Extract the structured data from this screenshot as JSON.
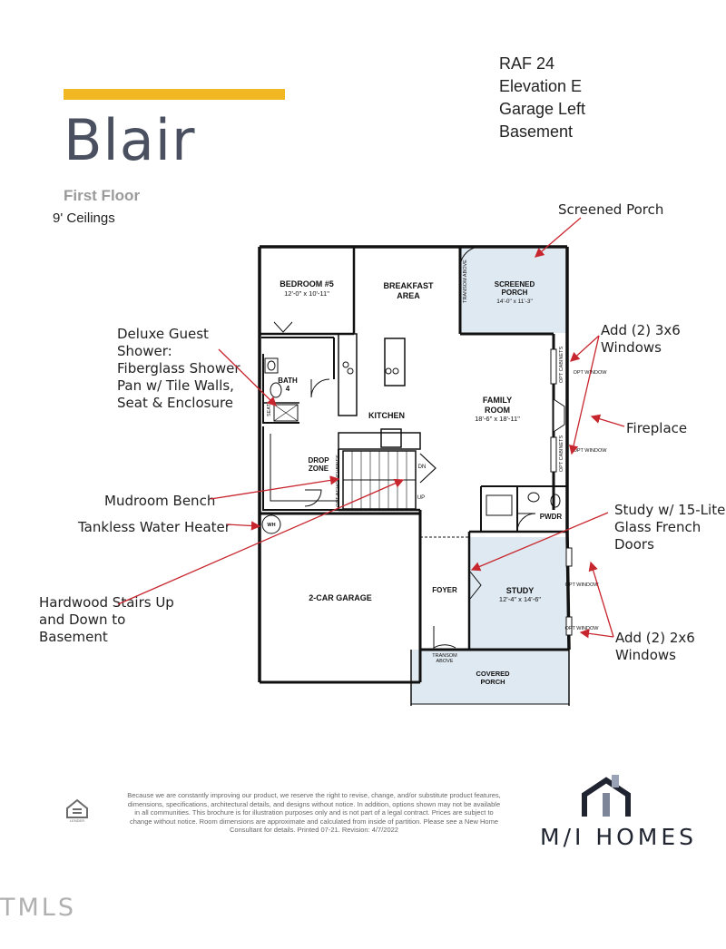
{
  "header": {
    "plan_name": "Blair",
    "floor": "First Floor",
    "ceilings": "9' Ceilings",
    "spec_lines": [
      "RAF 24",
      "Elevation E",
      "Garage Left",
      "Basement"
    ]
  },
  "rooms": {
    "bedroom5": {
      "name": "BEDROOM #5",
      "dims": "12'-0\" x 10'-11\""
    },
    "breakfast": {
      "name_1": "BREAKFAST",
      "name_2": "AREA"
    },
    "screened_porch": {
      "name_1": "SCREENED",
      "name_2": "PORCH",
      "dims": "14'-0\" x 11'-3\""
    },
    "transom_above": "TRANSOM ABOVE",
    "bath4": {
      "name_1": "BATH",
      "name_2": "4",
      "seat": "SEAT"
    },
    "family_room": {
      "name_1": "FAMILY",
      "name_2": "ROOM",
      "dims": "18'-6\" x 18'-11\""
    },
    "kitchen": "KITCHEN",
    "drop_zone": {
      "name_1": "DROP",
      "name_2": "ZONE"
    },
    "opt_bench": "OPT BENCH/CUBBIES",
    "stairs_dn": "DN",
    "stairs_up": "UP",
    "opt_cabinets": "OPT CABINETS",
    "opt_window": "OPT WINDOW",
    "pwdr": "PWDR",
    "wh": "WH",
    "garage": "2-CAR GARAGE",
    "foyer": "FOYER",
    "study": {
      "name": "STUDY",
      "dims": "12'-4\" x 14'-6\""
    },
    "transom_above_2": {
      "line_1": "TRANSOM",
      "line_2": "ABOVE"
    },
    "covered_porch": {
      "name_1": "COVERED",
      "name_2": "PORCH"
    }
  },
  "callouts": {
    "screened_porch": "Screened Porch",
    "windows_3x6": [
      "Add (2) 3x6",
      "Windows"
    ],
    "guest_shower": [
      "Deluxe Guest",
      "Shower:",
      "Fiberglass Shower",
      "Pan w/ Tile Walls,",
      "Seat & Enclosure"
    ],
    "fireplace": "Fireplace",
    "mudroom": "Mudroom Bench",
    "study": [
      "Study w/ 15-Lite",
      "Glass French",
      "Doors"
    ],
    "water_heater": "Tankless Water Heater",
    "stairs": [
      "Hardwood Stairs Up",
      "and Down to",
      "Basement"
    ],
    "windows_2x6": [
      "Add (2) 2x6",
      "Windows"
    ]
  },
  "footer": {
    "disclaimer": "Because we are constantly improving our product, we reserve the right to revise, change, and/or substitute product features, dimensions, specifications, architectural details, and designs without notice. In addition, options shown may not be available in all communities. This brochure is for illustration purposes only and is not part of a legal contract. Prices are subject to change without notice. Room dimensions are approximate and calculated from inside of partition. Please see a New Home Consultant for details. Printed 07-21. Revision: 4/7/2022",
    "brand": "M/I HOMES",
    "equal_housing": "LENDER",
    "watermark": "TMLS"
  },
  "colors": {
    "accent": "#f2b824",
    "porch_fill": "#dfe9f1",
    "callout_arrow": "#c8262e",
    "title": "#4a5060"
  },
  "icons": [
    "house-logo-icon",
    "equal-housing-icon"
  ]
}
